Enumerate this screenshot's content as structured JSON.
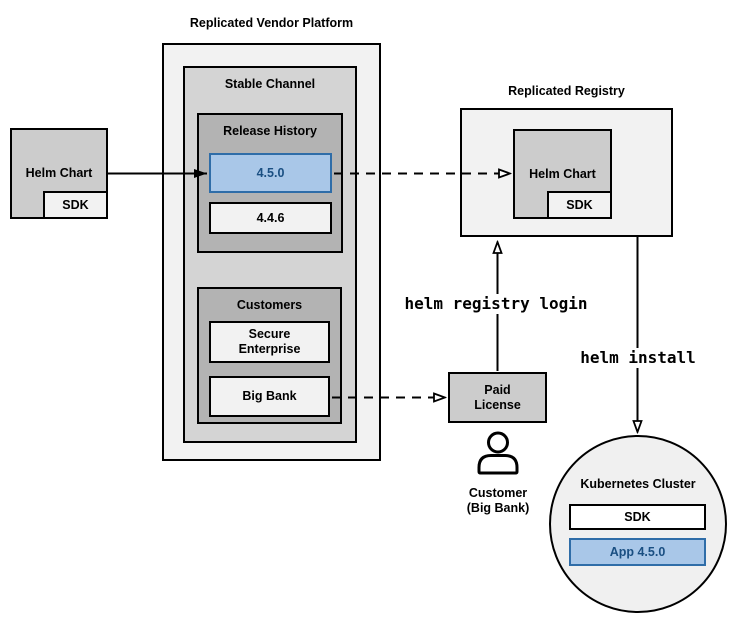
{
  "colors": {
    "light": "#f2f2f2",
    "stable": "#d4d4d4",
    "mid": "#cccccc",
    "dark": "#b3b3b3",
    "circle_fill": "#f0f0f0",
    "blue_fill": "#a9c7e8",
    "blue_stroke": "#2f6da8",
    "blue_text": "#1a4f82",
    "line": "#000000"
  },
  "platform": {
    "title": "Replicated Vendor Platform",
    "stable_channel": {
      "label": "Stable Channel",
      "release_history": {
        "label": "Release History",
        "releases": [
          {
            "version": "4.5.0",
            "highlighted": true
          },
          {
            "version": "4.4.6",
            "highlighted": false
          }
        ]
      },
      "customers": {
        "label": "Customers",
        "items": [
          "Secure Enterprise",
          "Big Bank"
        ]
      }
    }
  },
  "source_chart": {
    "label": "Helm Chart",
    "sdk": "SDK"
  },
  "registry": {
    "title": "Replicated Registry",
    "chart_label": "Helm Chart",
    "sdk": "SDK"
  },
  "license": {
    "label": "Paid License"
  },
  "customer": {
    "line1": "Customer",
    "line2": "(Big Bank)"
  },
  "cluster": {
    "title": "Kubernetes Cluster",
    "sdk": "SDK",
    "app": "App 4.5.0"
  },
  "edges": {
    "login_label": "helm registry login",
    "install_label": "helm install"
  }
}
